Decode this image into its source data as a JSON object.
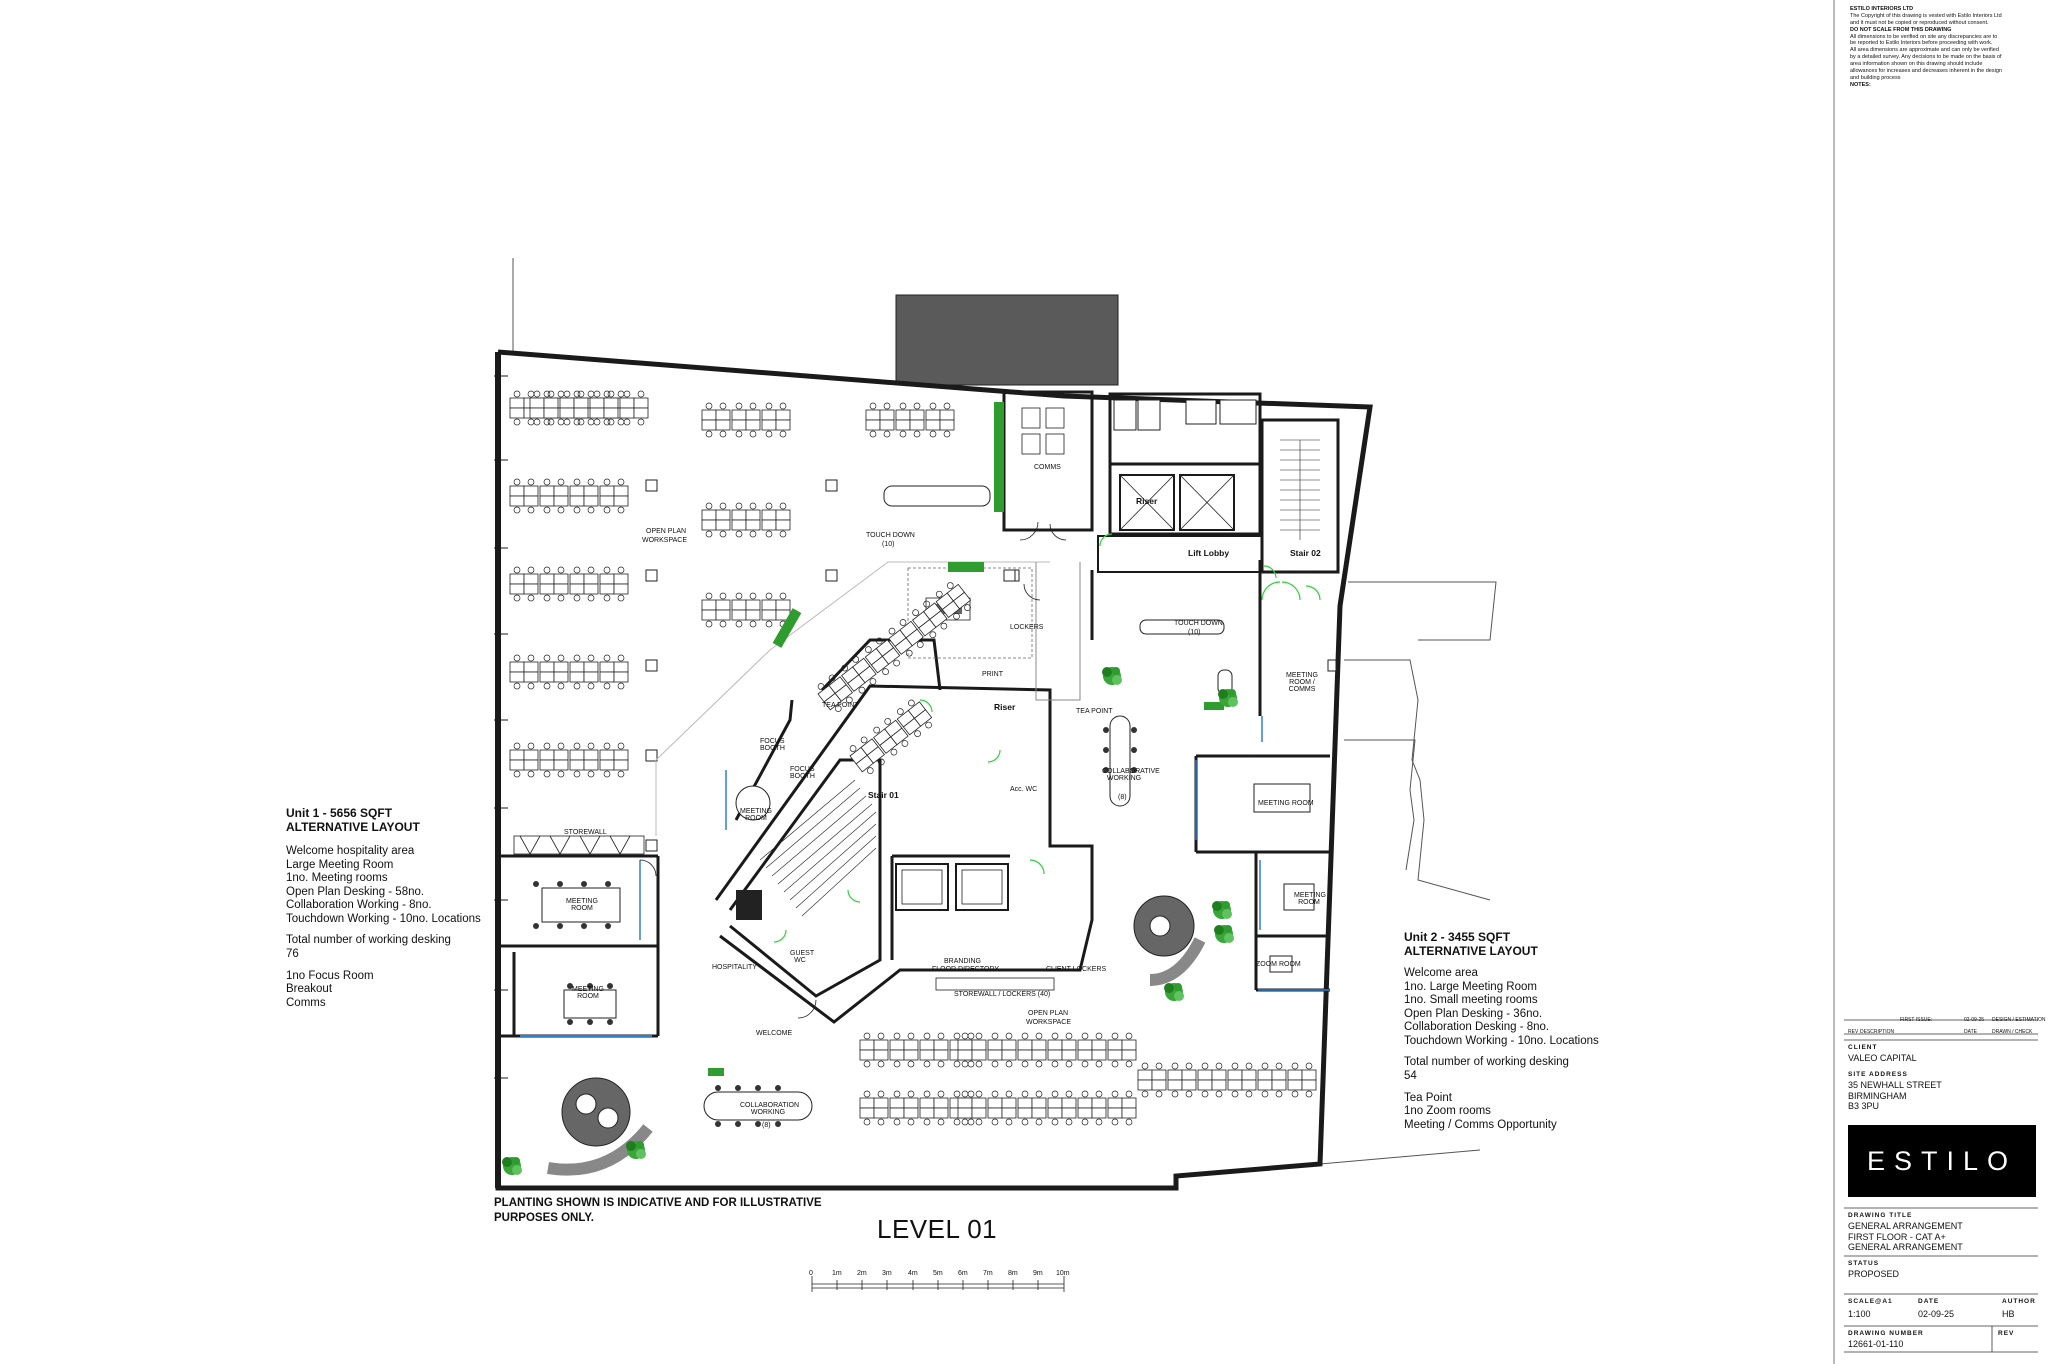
{
  "unit1": {
    "title_line1": "Unit 1 - 5656 SQFT",
    "title_line2": "ALTERNATIVE LAYOUT",
    "lines": [
      "Welcome hospitality area",
      "Large Meeting Room",
      "1no. Meeting rooms",
      "Open Plan Desking - 58no.",
      "Collaboration Working - 8no.",
      "Touchdown Working - 10no. Locations"
    ],
    "total_label": "Total number of working desking",
    "total_value": "76",
    "extras": [
      "1no Focus Room",
      "Breakout",
      "Comms"
    ]
  },
  "unit2": {
    "title_line1": "Unit 2 - 3455 SQFT",
    "title_line2": "ALTERNATIVE LAYOUT",
    "lines": [
      "Welcome area",
      "1no. Large Meeting Room",
      "1no. Small meeting rooms",
      "Open Plan Desking - 36no.",
      "Collaboration Desking - 8no.",
      "Touchdown Working - 10no. Locations"
    ],
    "total_label": "Total number of working desking",
    "total_value": "54",
    "extras": [
      "Tea Point",
      "1no Zoom rooms",
      "Meeting / Comms Opportunity"
    ]
  },
  "planting_note_line1": "PLANTING SHOWN IS INDICATIVE AND FOR ILLUSTRATIVE",
  "planting_note_line2": "PURPOSES ONLY.",
  "level_title": "LEVEL 01",
  "scale_bar_ticks": [
    "0",
    "1m",
    "2m",
    "3m",
    "4m",
    "5m",
    "6m",
    "7m",
    "8m",
    "9m",
    "10m"
  ],
  "room_labels": {
    "open_plan_1": "OPEN PLAN",
    "open_plan_1b": "WORKSPACE",
    "open_plan_2": "OPEN PLAN",
    "open_plan_2b": "WORKSPACE",
    "touch_down_1": "TOUCH DOWN",
    "touch_down_1b": "(10)",
    "touch_down_2": "TOUCH DOWN",
    "touch_down_2b": "(10)",
    "comms": "COMMS",
    "riser_1": "Riser",
    "riser_2": "Riser",
    "lift_lobby": "Lift Lobby",
    "stair_02": "Stair 02",
    "stair_01": "Stair 01",
    "lockers": "LOCKERS",
    "tea_point_1": "TEA POINT",
    "tea_point_2": "TEA POINT",
    "print": "PRINT",
    "meeting_room_comms": "MEETING ROOM / COMMS",
    "collab_1": "COLLABORATIVE WORKING",
    "collab_1b": "(8)",
    "large_meeting": "MEETING ROOM",
    "meeting_room_r": "MEETING ROOM",
    "zoom_room": "ZOOM ROOM",
    "focus_booth_1": "FOCUS BOOTH",
    "focus_booth_2": "FOCUS BOOTH",
    "meeting_room_c": "MEETING ROOM",
    "acc_wc": "Acc. WC",
    "storewall": "STOREWALL",
    "meeting_l1": "MEETING ROOM",
    "meeting_l2": "MEETING ROOM",
    "hospitality": "HOSPITALITY",
    "welcome": "WELCOME",
    "branding_1": "BRANDING",
    "branding_2": "FLOOR DIRECTORY",
    "storewall_lockers": "STOREWALL / LOCKERS (40)",
    "client_lockers": "CLIENT LOCKERS",
    "guest_wc": "GUEST WC",
    "collab_2": "COLLABORATION WORKING",
    "collab_2b": "(8)"
  },
  "title_block": {
    "notes_heading": "ESTILO INTERIORS LTD",
    "notes_lines": [
      "The Copyright of this drawing is vested with Estilo Interiors Ltd",
      "and it must not be copied or reproduced without consent.",
      "",
      "DO NOT SCALE FROM THIS DRAWING",
      "All dimensions to be verified on site any discrepancies are to",
      "be reported to Estilo Interiors before proceeding with work.",
      "",
      "All area dimensions are approximate and can only be verified",
      "by a detailed survey. Any decisions to be made on the basis of",
      "area information shown on this drawing should include",
      "allowances for increases and decreases inherent in the design",
      "and building process",
      "",
      "NOTES:"
    ],
    "first_issue_label": "FIRST ISSUE:",
    "first_issue_value": "02-09-25",
    "first_issue_stage": "DESIGN / ESTIMATION",
    "rev_header": [
      "REV",
      "DESCRIPTION",
      "DATE",
      "DRAWN / CHECK"
    ],
    "client_label": "CLIENT",
    "client_value": "VALEO CAPITAL",
    "site_label": "SITE ADDRESS",
    "site_lines": [
      "35 NEWHALL STREET",
      "BIRMINGHAM",
      "B3 3PU"
    ],
    "logo": "ESTILO",
    "drawing_title_label": "DRAWING TITLE",
    "drawing_title_lines": [
      "GENERAL ARRANGEMENT",
      "FIRST FLOOR - CAT A+",
      "GENERAL ARRANGEMENT"
    ],
    "status_label": "STATUS",
    "status_value": "PROPOSED",
    "scale_label": "SCALE@A1",
    "scale_value": "1:100",
    "date_label": "DATE",
    "date_value": "02-09-25",
    "author_label": "AUTHOR",
    "author_value": "HB",
    "drawing_no_label": "DRAWING NUMBER",
    "drawing_no_value": "12661-01-110",
    "rev_label": "REV"
  },
  "colors": {
    "wall": "#1a1a1a",
    "planting": "#2e9c2e",
    "door_green": "#2fd23a",
    "door_blue": "#2d7fd0",
    "roof": "#555555"
  }
}
